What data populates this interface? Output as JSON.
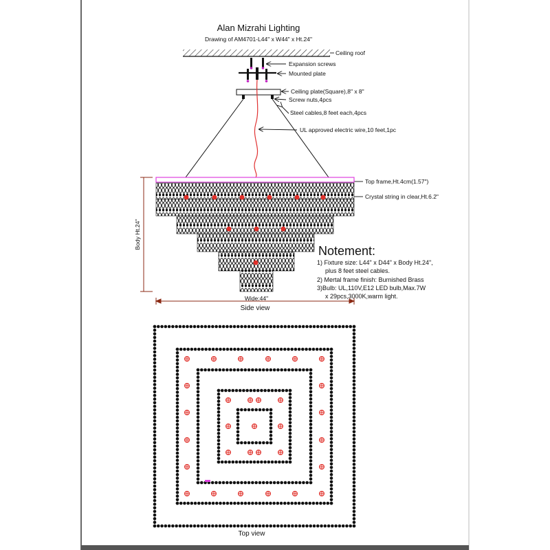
{
  "title": "Alan Mizrahi Lighting",
  "subtitle": "Drawing of AM4701-L44\" x W44\" x Ht.24\"",
  "callouts": {
    "ceiling_roof": "Ceiling roof",
    "expansion_screws": "Expansion screws",
    "mounted_plate": "Mounted plate",
    "ceiling_plate": "Ceiling plate(Square),8\" x 8\"",
    "screw_nuts": "Screw nuts,4pcs",
    "steel_cables": "Steel cables,8 feet each,4pcs",
    "electric_wire": "UL approved electric wire,10 feet,1pc",
    "top_frame": "Top frame,Ht.4cm(1.57\")",
    "crystal_string": "Crystal string in clear,Ht.6.2\""
  },
  "dimensions": {
    "body_height": "Body Ht.24\"",
    "width": "Wide:44\""
  },
  "side_view_label": "Side view",
  "top_view_label": "Top view",
  "notes": {
    "heading": "Notement:",
    "lines": [
      "1) Fixture size: L44\" x D44\" x Body Ht.24\",",
      "plus 8 feet steel cables.",
      "2) Mertal frame finish: Burnished Brass",
      "3)Bulb: UL,110V,E12 LED bulb,Max.7W",
      "x 29pcs,3000K,warm light."
    ]
  },
  "colors": {
    "line": "#111111",
    "accent_red": "#e0302a",
    "top_frame": "#e040e0",
    "dimension": "#8b2a14",
    "wire": "#e03030"
  }
}
